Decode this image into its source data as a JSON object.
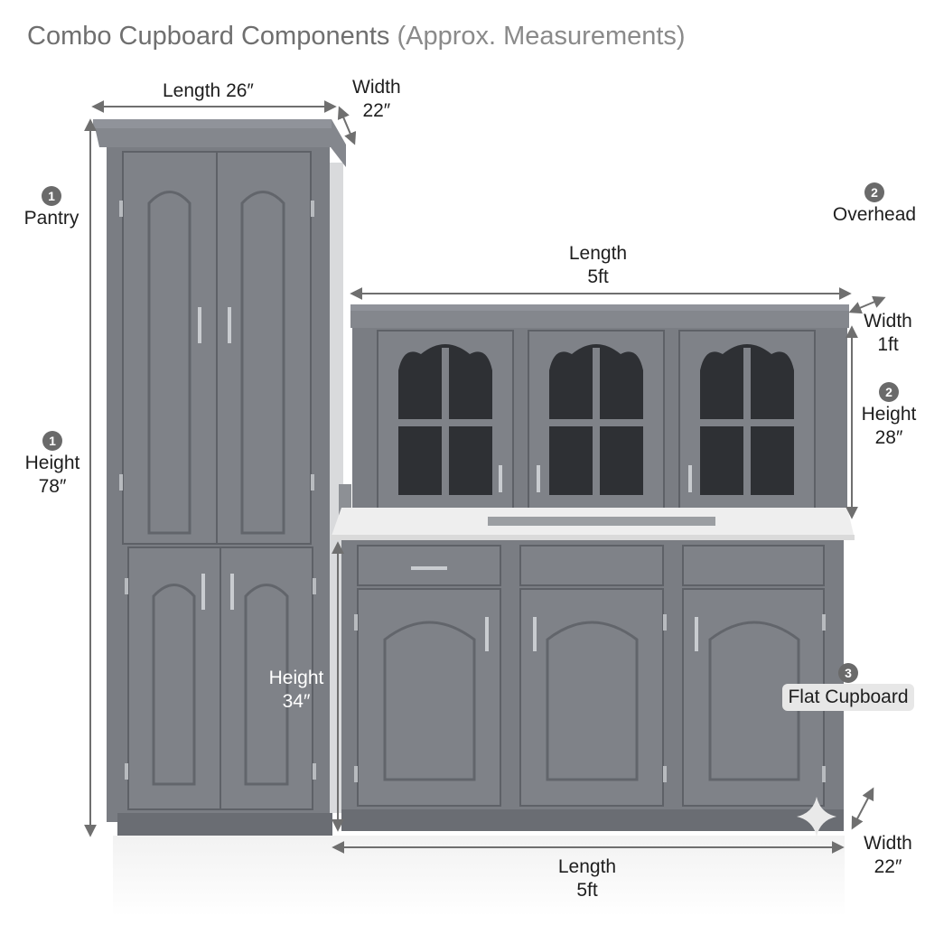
{
  "title": {
    "main": "Combo Cupboard Components",
    "sub": "(Approx. Measurements)"
  },
  "pantry": {
    "badge": "1",
    "name": "Pantry",
    "length": "Length 26″",
    "width_label": "Width",
    "width_value": "22″",
    "height_badge": "1",
    "height_label": "Height",
    "height_value": "78″"
  },
  "overhead": {
    "badge": "2",
    "name": "Overhead",
    "length_label": "Length",
    "length_value": "5ft",
    "width_label": "Width",
    "width_value": "1ft",
    "height_badge": "2",
    "height_label": "Height",
    "height_value": "28″"
  },
  "flat_cupboard": {
    "badge": "3",
    "name": "Flat Cupboard",
    "height_label": "Height",
    "height_value": "34″",
    "length_label": "Length",
    "length_value": "5ft",
    "width_label": "Width",
    "width_value": "22″"
  },
  "colors": {
    "cabinet": "#7a7d83",
    "cabinet_dark": "#65686e",
    "countertop": "#eeeeee",
    "glass": "#2e3034",
    "dimension_line": "#6f6f6f",
    "badge": "#6a6a6a"
  }
}
